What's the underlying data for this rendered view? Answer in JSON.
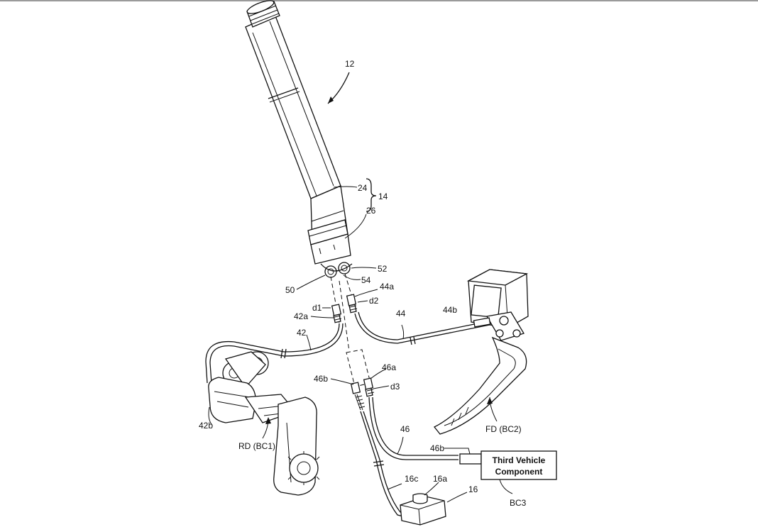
{
  "labels": {
    "l12": "12",
    "l24": "24",
    "l14": "14",
    "l26": "26",
    "l52": "52",
    "l50": "50",
    "l54": "54",
    "l44a": "44a",
    "l44": "44",
    "l44b": "44b",
    "ld1": "d1",
    "ld2": "d2",
    "l42a": "42a",
    "l42": "42",
    "l46a": "46a",
    "l46b_top": "46b",
    "ld3": "d3",
    "l42b": "42b",
    "lrd": "RD (BC1)",
    "l46": "46",
    "lfd": "FD (BC2)",
    "l46b_bottom": "46b",
    "l16c": "16c",
    "l16a": "16a",
    "l16": "16",
    "lbc3": "BC3"
  },
  "third_component": {
    "line1": "Third Vehicle",
    "line2": "Component"
  }
}
